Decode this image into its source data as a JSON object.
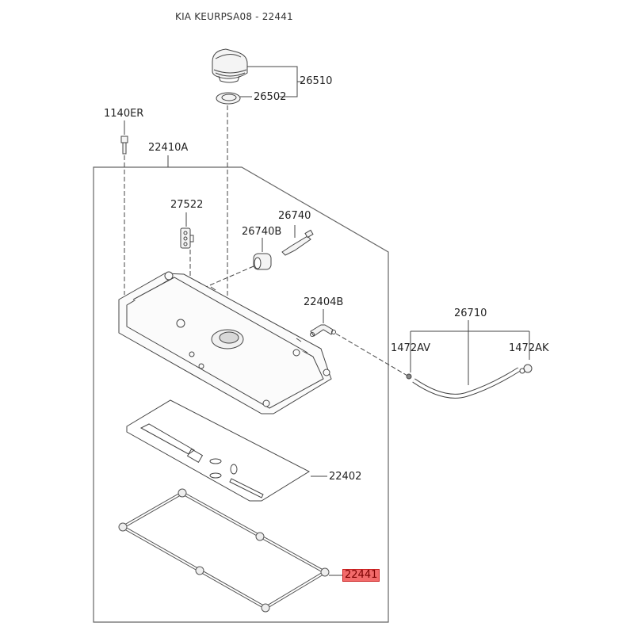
{
  "title": "KIA KEURPSA08 - 22441",
  "highlight_color": "#f26b6b",
  "parts": [
    {
      "id": "26510",
      "name": "oil-filler-cap",
      "highlighted": false
    },
    {
      "id": "26502",
      "name": "filler-cap-gasket",
      "highlighted": false
    },
    {
      "id": "1140ER",
      "name": "bolt",
      "highlighted": false
    },
    {
      "id": "22410A",
      "name": "rocker-cover-assembly",
      "highlighted": false
    },
    {
      "id": "27522",
      "name": "clip",
      "highlighted": false
    },
    {
      "id": "26740",
      "name": "pcv-valve",
      "highlighted": false
    },
    {
      "id": "26740B",
      "name": "pcv-grommet",
      "highlighted": false
    },
    {
      "id": "22404B",
      "name": "breather-nipple",
      "highlighted": false
    },
    {
      "id": "26710",
      "name": "breather-hose",
      "highlighted": false
    },
    {
      "id": "1472AV",
      "name": "hose-clamp-left",
      "highlighted": false
    },
    {
      "id": "1472AK",
      "name": "hose-clamp-right",
      "highlighted": false
    },
    {
      "id": "22402",
      "name": "baffle-plate",
      "highlighted": false
    },
    {
      "id": "22441",
      "name": "rocker-cover-gasket",
      "highlighted": true
    }
  ]
}
